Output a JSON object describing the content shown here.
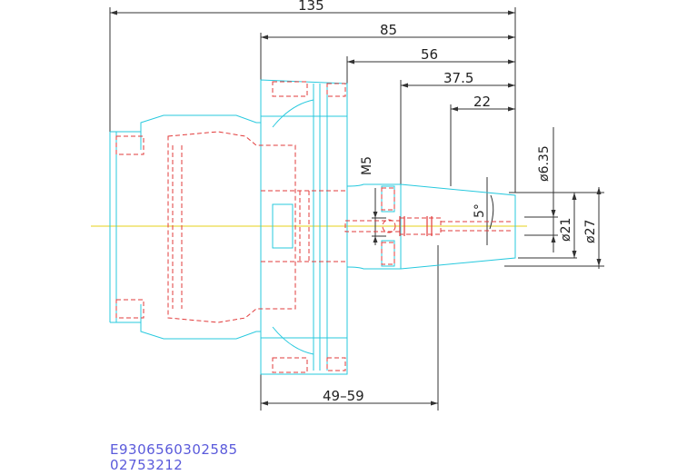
{
  "dimensions": {
    "overall_length": "135",
    "flange_length": "85",
    "collet_length": "56",
    "nose_length": "37.5",
    "tip_length": "22",
    "thread": "M5",
    "taper_angle": "5°",
    "gauge_range": "49–59",
    "bore_dia": "ø6.35",
    "tip_dia": "ø21",
    "body_dia": "ø27"
  },
  "codes": {
    "article_number": "E9306560302585",
    "order_number": "02753212"
  },
  "colors": {
    "outline": "#27c9de",
    "hidden": "#e23b3b",
    "centerline": "#e6d21a",
    "dimension": "#333333",
    "code_text": "#5a5adb"
  }
}
